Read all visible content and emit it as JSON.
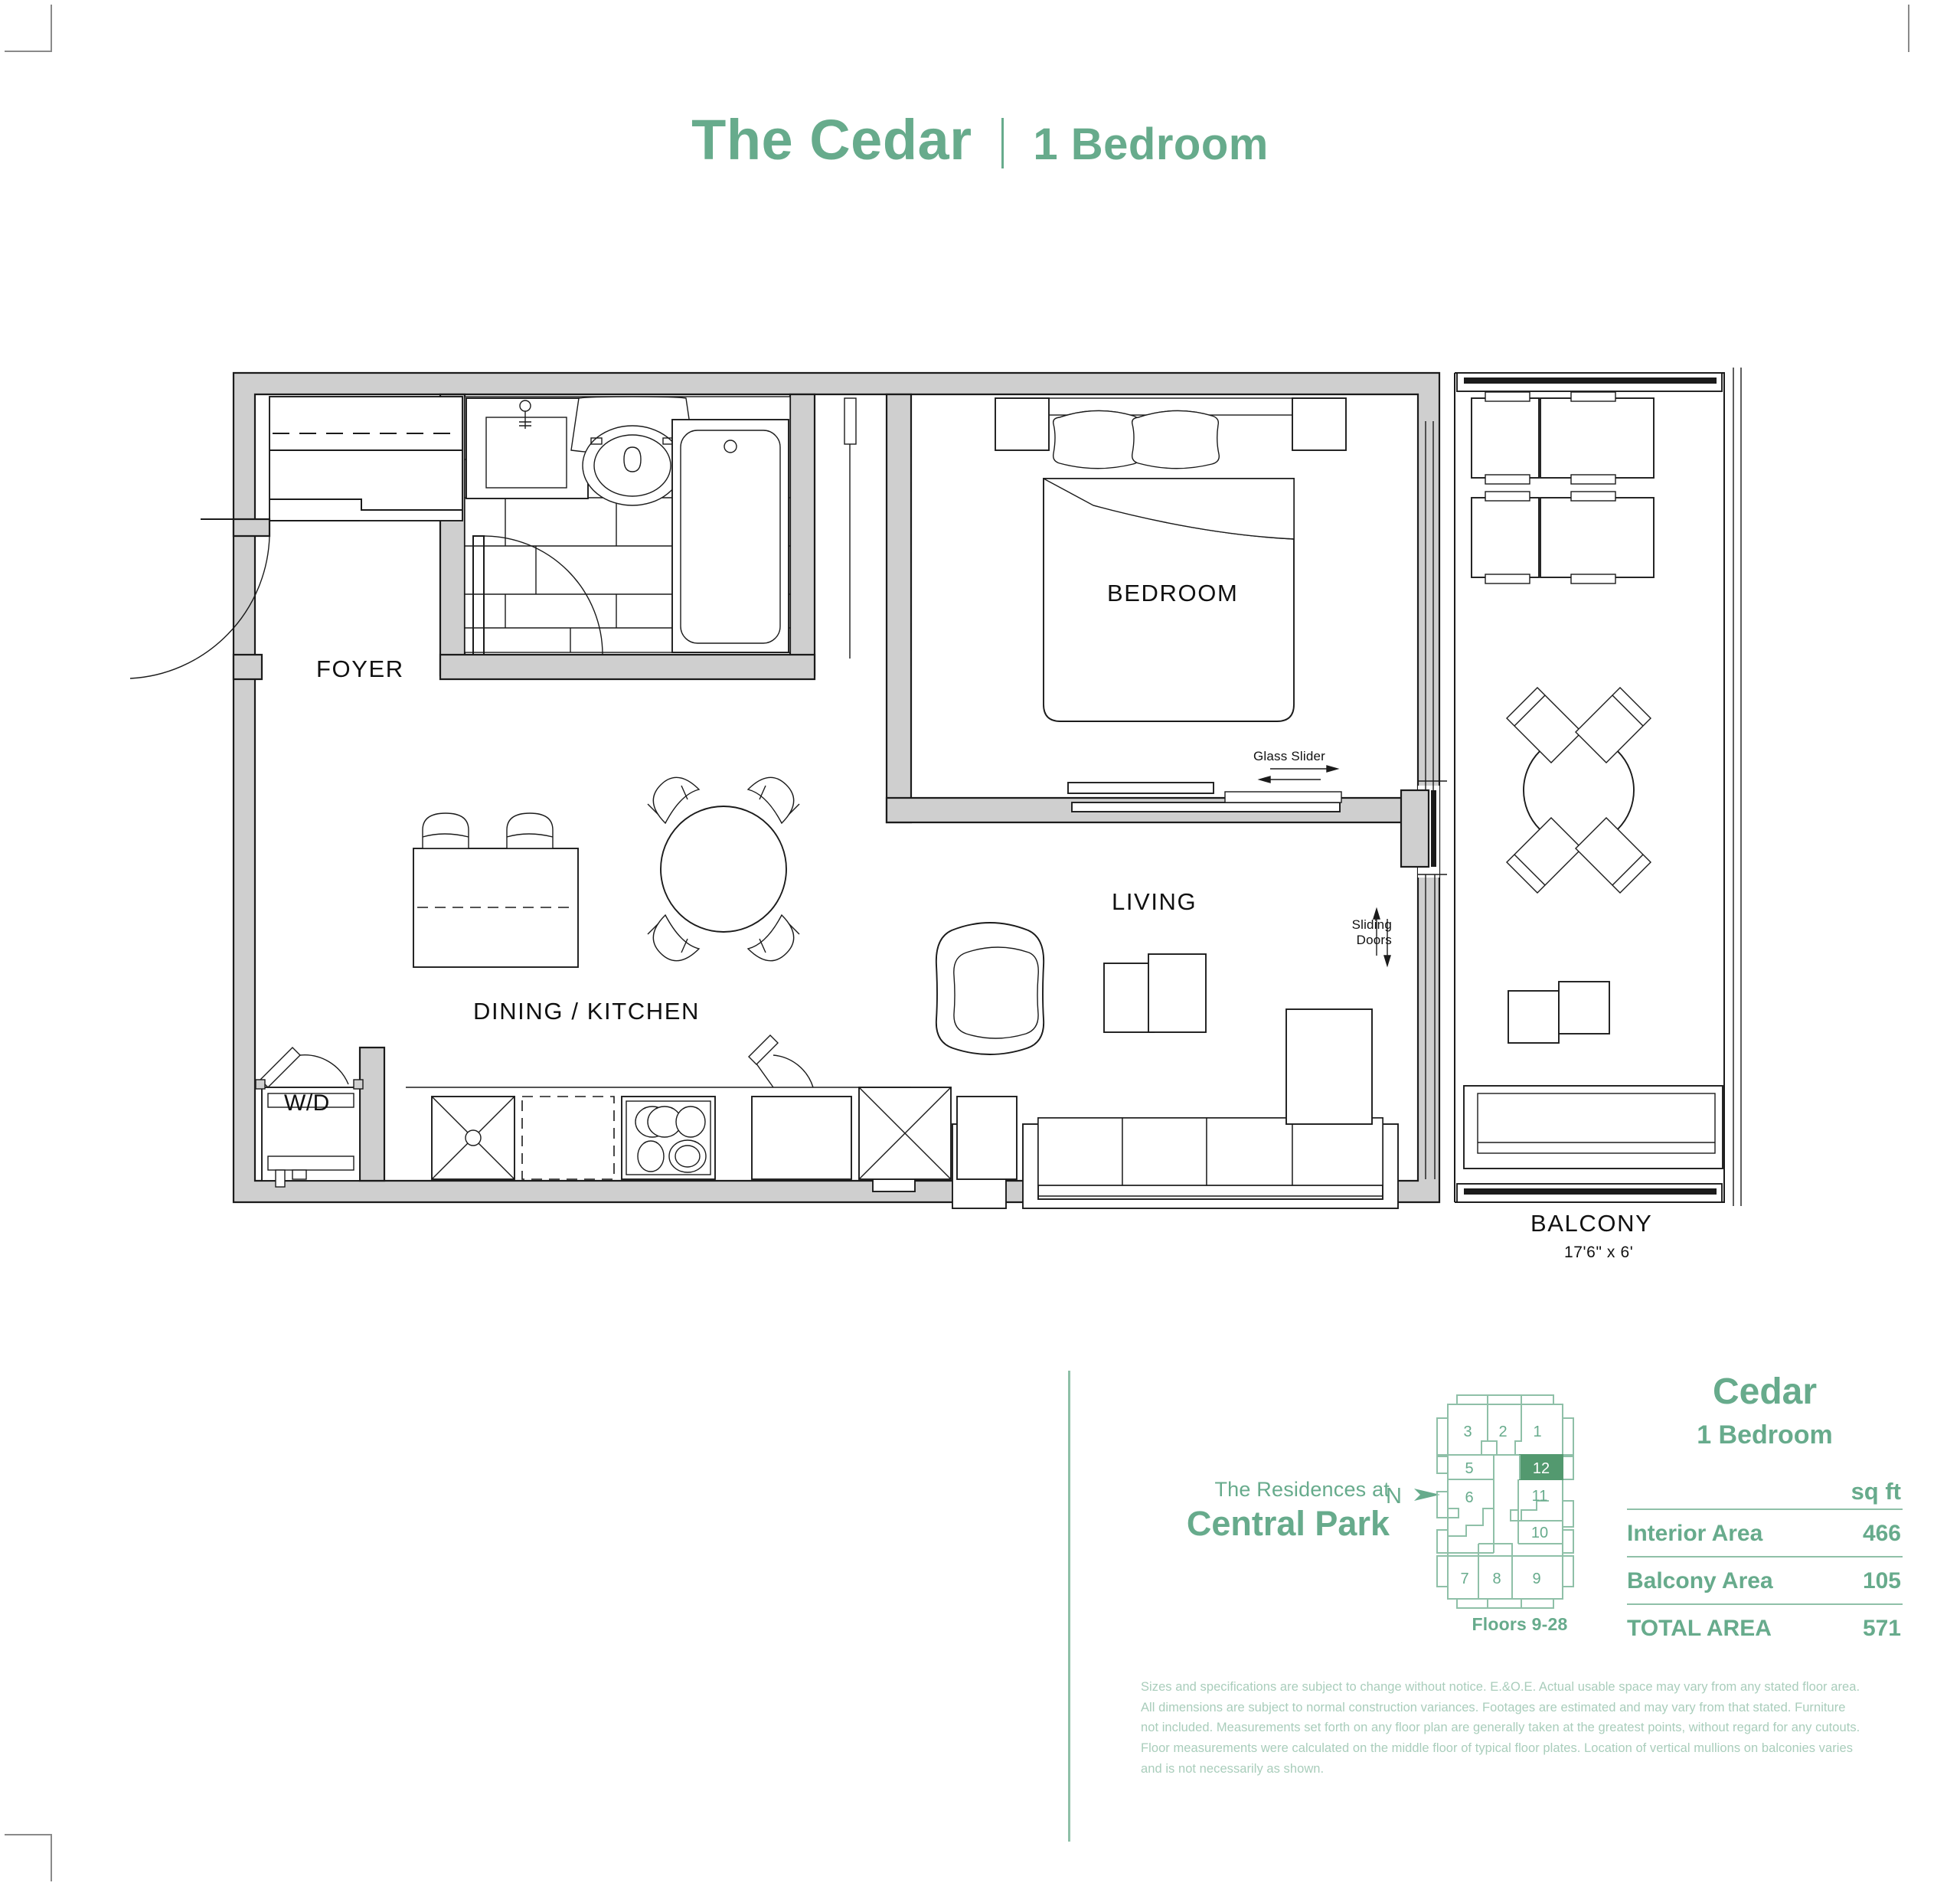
{
  "header": {
    "title": "The Cedar",
    "subtitle": "1 Bedroom"
  },
  "plan": {
    "rooms": [
      {
        "name": "foyer",
        "label": "FOYER"
      },
      {
        "name": "bedroom",
        "label": "BEDROOM"
      },
      {
        "name": "living",
        "label": "LIVING"
      },
      {
        "name": "dining-kitchen",
        "label": "DINING / KITCHEN"
      },
      {
        "name": "washer-dryer",
        "label": "W/D"
      },
      {
        "name": "balcony",
        "label": "BALCONY"
      }
    ],
    "balcony_dimensions": "17'6\" x 6'",
    "annotations": {
      "glass_slider": "Glass Slider",
      "sliding_doors_line1": "Sliding",
      "sliding_doors_line2": "Doors"
    }
  },
  "legend": {
    "brand_line1": "The Residences at",
    "brand_line2": "Central Park",
    "north_label": "N",
    "keyplate": {
      "caption": "Floors 9-28",
      "units": [
        "3",
        "2",
        "1",
        "5",
        "12",
        "6",
        "11",
        "10",
        "7",
        "8",
        "9"
      ],
      "highlighted_unit": "12",
      "highlight_color": "#53996f",
      "line_color": "#8fc0a8"
    },
    "areas": {
      "unit_name": "Cedar",
      "unit_type": "1 Bedroom",
      "units_header": "sq ft",
      "rows": [
        {
          "label": "Interior Area",
          "value": "466"
        },
        {
          "label": "Balcony Area",
          "value": "105"
        },
        {
          "label": "TOTAL AREA",
          "value": "571"
        }
      ]
    },
    "accent_color": "#67ab8c"
  },
  "disclaimer": "Sizes and specifications are subject to change without notice. E.&O.E. Actual usable space may vary from any stated floor area. All dimensions are subject to normal construction variances. Footages are estimated and may vary from that stated. Furniture not included. Measurements set forth on any floor plan are generally taken at the greatest points, without regard for any cutouts. Floor measurements were calculated on the middle floor of typical floor plates. Location of vertical mullions on balconies varies and is not necessarily as shown."
}
